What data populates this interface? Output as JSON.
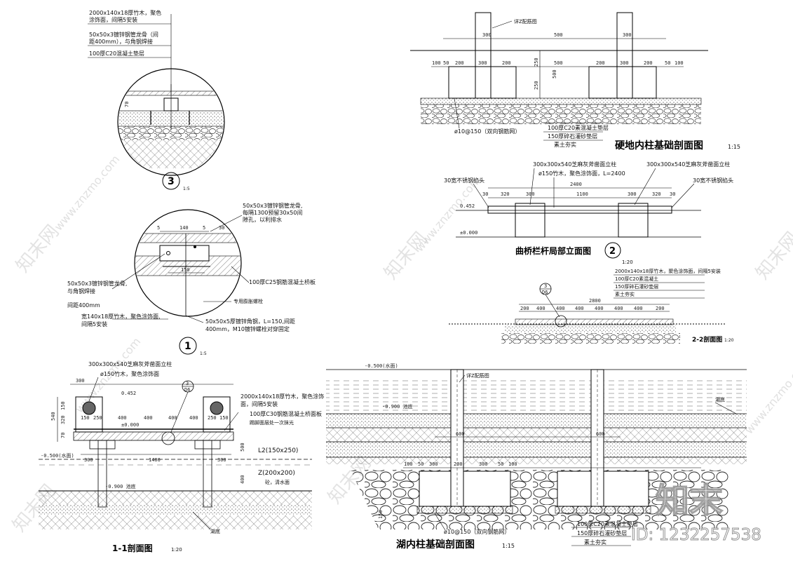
{
  "detail3": {
    "notes": [
      "2000x140x18厚竹木，聚色",
      "涂饰面，间隔5安装",
      "50x50x3镀锌钢管龙骨（间",
      "距400mm），与角钢焊接",
      "100厚C20混凝土垫层"
    ],
    "dim": "70",
    "number": "3",
    "scale": "1:5"
  },
  "detail1": {
    "notes_top": [
      "50x50x3镀锌钢管龙骨,",
      "每隔1300预留30x50间",
      "隙孔，以利排水"
    ],
    "note_c25": "100厚C25钢筋混凝土桥板",
    "notes_left": [
      "50x50x3镀锌钢管龙骨,",
      "与角钢焊接",
      "间距400mm"
    ],
    "notes_bamboo": [
      "宽140x18厚竹木，聚色涂饰面,",
      "间隔5安装"
    ],
    "note_bolt_anchor": "专用膨胀螺栓",
    "notes_angle": [
      "50x50x5厚镀锌角钢，L=150,间距",
      "400mm，M10镀锌螺栓对穿固定"
    ],
    "dims": [
      "5",
      "140",
      "5",
      "30",
      "150"
    ],
    "number": "1",
    "scale": "1:5"
  },
  "section11": {
    "notes_post": [
      "300x300x540芝麻灰斧凿面立柱",
      "ø150竹木，聚色涂饰面"
    ],
    "level_top": "0.452",
    "level_zero": "±0.000",
    "notes_deck": [
      "2000x140x18厚竹木，聚色涂饰",
      "面，间隔5安装"
    ],
    "notes_slab": [
      "100厚C30钢筋混凝土桥面板",
      "踢脚面层处一次抹光"
    ],
    "beam_l2": "L2(150x250)",
    "beam_z": "Z(200x200)",
    "water_note": "砼，清水面",
    "level_water": "-0.500(水面)",
    "level_bottom": "-0.900 池底",
    "dims_top": [
      "300",
      "150",
      "250",
      "400",
      "400",
      "400",
      "400",
      "250",
      "150"
    ],
    "dims_left": [
      "150",
      "320",
      "540",
      "70"
    ],
    "dims_bottom": [
      "300",
      "1400",
      "300"
    ],
    "dim_right": "500",
    "dim_right2": "400",
    "lakebed": "湖底",
    "ref_num": "3",
    "ref_sheet": "D6",
    "title": "1-1剖面图",
    "scale": "1:20"
  },
  "hard": {
    "rebar_top": "详Z配筋图",
    "dims_top": [
      "300",
      "500",
      "300"
    ],
    "dims_row": [
      "100",
      "50",
      "200",
      "300",
      "200",
      "500",
      "200",
      "300",
      "200",
      "50",
      "100"
    ],
    "dims_right": [
      "250",
      "500",
      "250"
    ],
    "rebar_note": "ø10@150（双向钢筋网）",
    "layers": [
      "100厚C20素混凝土垫层",
      "150厚碎石灌砂垫层",
      "素土夯实"
    ],
    "title": "硬地内柱基础剖面图",
    "scale": "1:15"
  },
  "elevation": {
    "post_left": "300x300x540芝麻灰斧凿面立柱",
    "post_right": "300x300x540芝麻灰斧凿面立柱",
    "rail": "ø150竹木，聚色涂饰面，L=2400",
    "joint_left": "30宽不锈钢掐头",
    "joint_right": "30宽不锈钢掐头",
    "total": "2400",
    "dims": [
      "30",
      "320",
      "300",
      "1100",
      "300",
      "320",
      "30"
    ],
    "level_top": "0.452",
    "level_zero": "±0.000",
    "title": "曲桥栏杆局部立面图",
    "number": "2",
    "scale": "1:20"
  },
  "section22": {
    "layers": [
      "2000x140x18厚竹木，聚色涂饰面，间隔5安装",
      "100厚C20素混凝土",
      "150厚碎石灌砂垫层",
      "素土夯实"
    ],
    "ref_num": "3",
    "ref_sheet": "D6",
    "total": "2800",
    "dims": [
      "200",
      "400",
      "400",
      "400",
      "400",
      "400",
      "400",
      "200"
    ],
    "title": "2-2剖面图",
    "scale": "1:20"
  },
  "lake": {
    "level_water": "-0.500(水面)",
    "rebar_top": "详Z配筋图",
    "lakebed": "湖底",
    "level_bottom": "-0.900 池底",
    "dims_row": [
      "100",
      "50",
      "300",
      "200",
      "300",
      "50",
      "100"
    ],
    "dims_mid": [
      "600",
      "600"
    ],
    "dim_side": "150",
    "rebar_note": "ø10@150（双向钢筋网）",
    "layers": [
      "100厚C20素混凝土垫层",
      "150厚碎石灌砂垫层",
      "素土夯实"
    ],
    "title": "湖内柱基础剖面图",
    "scale": "1:15"
  },
  "watermark": {
    "logo": "知末",
    "id": "ID: 1232257538",
    "site": "www.znzmo.com",
    "brand": "知末网"
  }
}
